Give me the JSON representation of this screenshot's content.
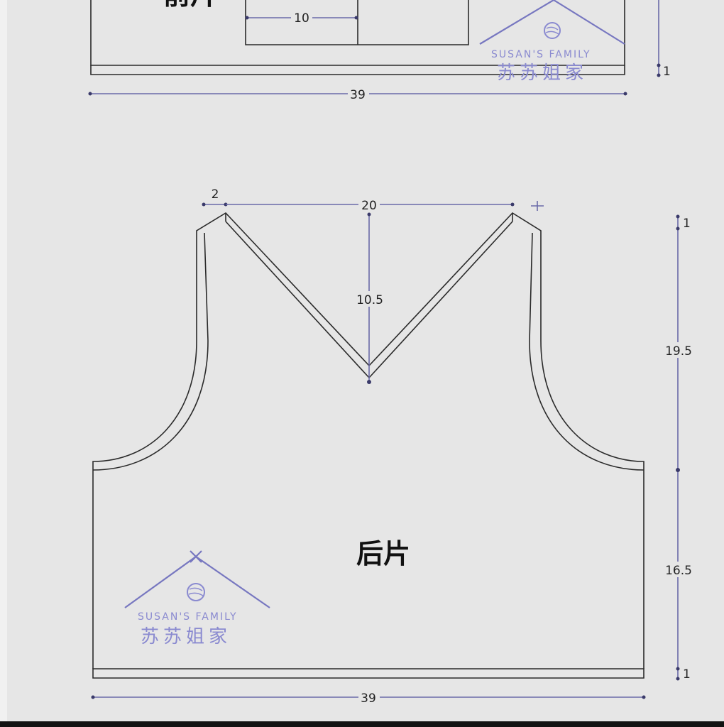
{
  "top_piece": {
    "title_partial": "前片",
    "width_label": "39",
    "inner_width_label": "10",
    "hem_label": "1"
  },
  "back_piece": {
    "title": "后片",
    "shoulder_label": "2",
    "neck_width_label": "20",
    "neck_depth_label": "10.5",
    "band_top_label": "1",
    "armhole_height_label": "19.5",
    "body_height_label": "16.5",
    "hem_label": "1",
    "width_label": "39"
  },
  "watermark": {
    "english": "SUSAN'S FAMILY",
    "chinese": "苏苏姐家"
  },
  "colors": {
    "background": "#e6e6e6",
    "outline": "#2a2a2a",
    "dimension": "#6a6aa8",
    "watermark": "#8a8ad0"
  }
}
